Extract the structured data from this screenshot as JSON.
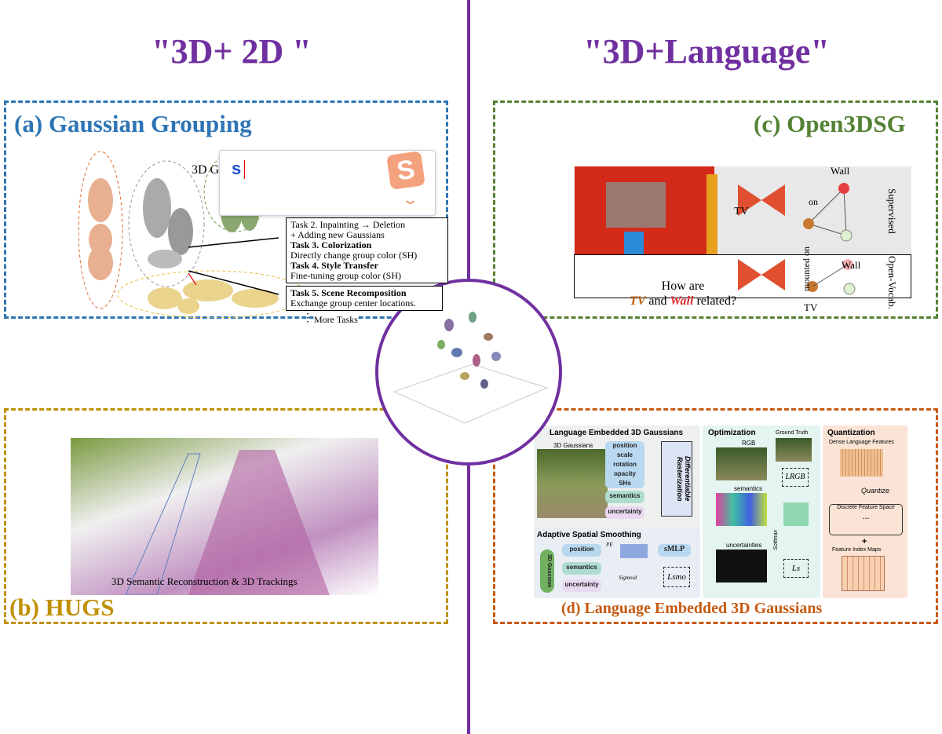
{
  "titles": {
    "left": "\"3D+ 2D \"",
    "right": "\"3D+Language\""
  },
  "colors": {
    "divider": "#7030a0",
    "a": "#2e75b6",
    "b": "#bf9000",
    "c": "#548235",
    "d": "#c55a11",
    "ime_logo": "#f08c64"
  },
  "panel_a": {
    "label": "(a) Gaussian Grouping",
    "header_partial": "3D G",
    "tasks_box1": [
      "Task 2. Inpainting → Deletion",
      "+ Adding new Gaussians",
      "Task 3. Colorization",
      "Directly change group color (SH)",
      "Task 4. Style Transfer",
      "Fine-tuning group color (SH)"
    ],
    "tasks_box2": [
      "Task 5. Scene Recomposition",
      "Exchange group center locations."
    ],
    "more": "More Tasks"
  },
  "panel_b": {
    "label": "(b) HUGS",
    "caption": "3D Semantic Reconstruction & 3D Trackings"
  },
  "panel_c": {
    "label": "(c) Open3DSG",
    "wall1": "Wall",
    "on": "on",
    "tv1": "TV",
    "supervised": "Supervised",
    "wall2": "Wall",
    "mounted": "mounted on",
    "tv2": "TV",
    "open_vocab": "Open-Vocab.",
    "question": {
      "pre": "How are",
      "tv": "TV",
      "and": "and",
      "wall": "Wall",
      "post": "related?"
    }
  },
  "panel_d": {
    "label": "(d) Language Embedded 3D Gaussians",
    "sec1": "Language Embedded 3D Gaussians",
    "gaussians": "3D Gaussians",
    "attrs": [
      "position",
      "scale",
      "rotation",
      "opacity",
      "SHs"
    ],
    "semantics": "semantics",
    "uncertainty": "uncertainty",
    "raster": "Differentiable Rasterization",
    "sec2": "Adaptive Spatial Smoothing",
    "pos": "position",
    "pe": "PE",
    "smlp": "sMLP",
    "sem2": "semantics",
    "unc2": "uncertainty",
    "sigmoid": "Sigmoid",
    "lsmo": "Lsmo",
    "g3d": "3D Gaussian",
    "opt": "Optimization",
    "rgb": "RGB",
    "gt": "Ground Truth",
    "lrgb": "LRGB",
    "sem3": "semantics",
    "softmax": "Softmax",
    "unc3": "uncertainties",
    "ls": "Ls",
    "quant": "Quantization",
    "dense": "Dense Language Features",
    "quantize": "Quantize",
    "discrete": "Discrete Feature Space",
    "dots": "...",
    "plus": "+",
    "fim": "Feature Index Maps"
  },
  "ime": {
    "input": "s"
  }
}
